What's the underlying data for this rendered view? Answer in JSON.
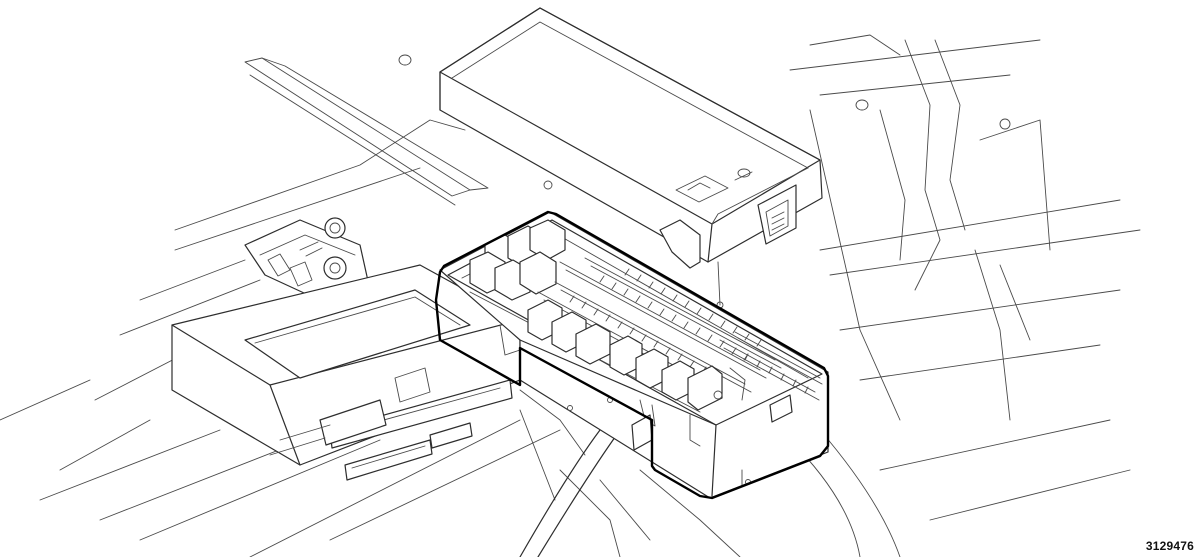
{
  "figure": {
    "id_label": "3129476"
  },
  "components": {
    "cover": "fuse-box-cover",
    "box": "fuse-relay-box",
    "module": "control-module"
  }
}
